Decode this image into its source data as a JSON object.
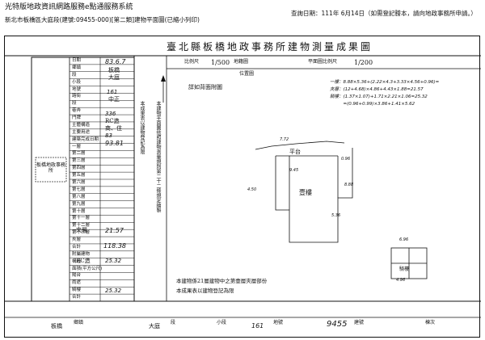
{
  "header": {
    "system_name": "光特版地政資訊網路服務e點通服務系統",
    "record_line": "新北市板橋區大庭段(建號:09455-000)[第二類]建物平面圖(已縮小列印)",
    "query_date": "查詢日期：111年 6月14日（如需登記謄本，請向地政事務所申請。）"
  },
  "sheet": {
    "title": "臺北縣板橋地政事務所建物測量成果圖",
    "scale_label": "比例尺",
    "scale_left": "1/500",
    "scale_unit": "地籍圖",
    "plan_label": "平面圖比例尺",
    "scale_right": "1/200",
    "location_label": "位置圖",
    "plan_title": "詳如背面附圖",
    "date_value": "83.6.7",
    "county_value": "板橋",
    "section_value": "大庭",
    "subsection_value": "161",
    "road_value": "中正",
    "door_value": "336",
    "structure_value": "RC造",
    "use_value": "商、住",
    "floors_value": "83",
    "floor_total": "93.81",
    "floor_value": "21.57",
    "accessory_value": "118.38",
    "accessory_type": "RC造",
    "accessory_area": "25.32",
    "total_value": "25.32",
    "area_calc": [
      "一樓：8.88×5.36+(2.22×4.3+3.33×4.56+0.96)=",
      "夾層：(12+4.68)×4.86+4.43×1.88=21.57",
      "騎樓：(1.37×1.07)+1.71×2.21×1.06=25.32",
      "　　　=(0.96+0.99)×3.86+1.41×5.62"
    ],
    "row_labels": [
      "日期",
      "鄉鎮",
      "段",
      "小段",
      "地號",
      "路街",
      "段",
      "巷弄",
      "門牌",
      "主體構造",
      "主要用途",
      "建築完成日期",
      "一層",
      "第二層",
      "第三層",
      "第四層",
      "第五層",
      "第六層",
      "第七層",
      "第八層",
      "第九層",
      "第十層",
      "第十一層",
      "第十二層",
      "第十三層",
      "夾層",
      "合計",
      "附屬建物",
      "構造",
      "面積(平方公尺)",
      "陽台",
      "雨遮",
      "騎樓",
      "合計"
    ],
    "vertical_notes": [
      "本建物平面圖依照建物測量規則第二十二條規定繪製",
      "本成果表以建物登記為限"
    ],
    "right_notes": [
      "本建物係21層建物中之第壹層夾層部份",
      "本成果表以建物登記為限"
    ],
    "stamp_text": "板橋地政事務所",
    "side_note": "平台",
    "plan_floor": "壹樓",
    "plan_arcade": "騎樓",
    "footer_county_label": "鄉鎮",
    "footer_county": "板橋",
    "footer_section_label": "段",
    "footer_section": "大庭",
    "footer_sub_label": "小段",
    "footer_lot_label": "地號",
    "footer_lot": "161",
    "footer_bldg_label": "建號",
    "footer_bldg": "9455",
    "footer_note_label": "棟次",
    "floor_mark": "夾層",
    "dim_labels": [
      "7.72",
      "9.45",
      "4.50",
      "8.88",
      "5.36",
      "4.96",
      "6.96",
      "0.96"
    ]
  }
}
